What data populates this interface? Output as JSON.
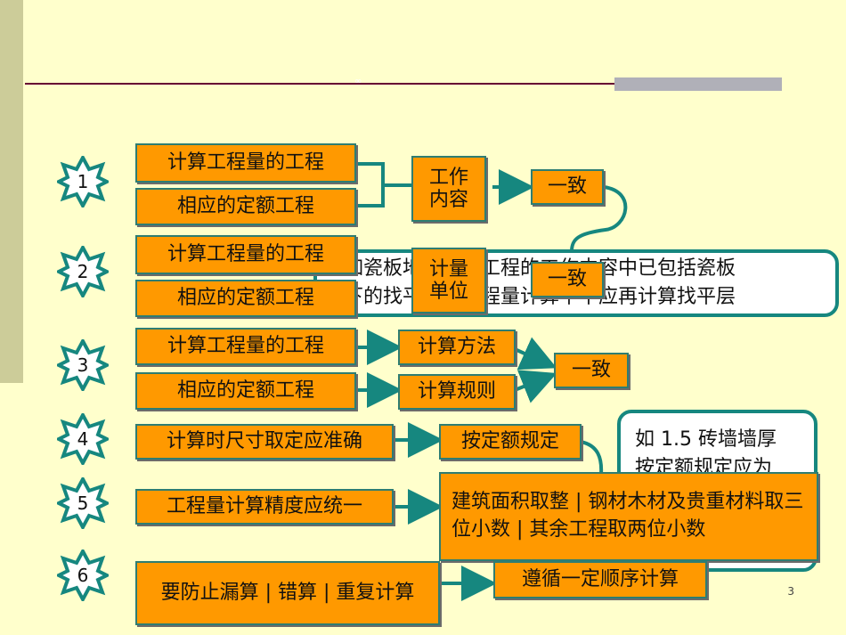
{
  "stars": [
    "1",
    "2",
    "3",
    "4",
    "5",
    "6"
  ],
  "row1": {
    "a": "计算工程量的工程",
    "b": "相应的定额工程",
    "mid": "工作内容",
    "res": "一致"
  },
  "row2": {
    "a": "计算工程量的工程",
    "b": "相应的定额工程",
    "mid": "计量单位",
    "res": "一致",
    "callout1": "如瓷板地面定额工程的工作内容中已包括瓷板",
    "callout2": "下的找平层，工程量计算中不应再计算找平层"
  },
  "row3": {
    "a": "计算工程量的工程",
    "b": "相应的定额工程",
    "m1": "计算方法",
    "m2": "计算规则",
    "res": "一致"
  },
  "row4": {
    "a": "计算时尺寸取定应准确",
    "b": "按定额规定",
    "callout1": "如 1.5 砖墙墙厚",
    "callout2": "按定额规定应为"
  },
  "row5": {
    "a": "工程量计算精度应统一",
    "b": "建筑面积取整 | 钢材木材及贵重材料取三位小数 | 其余工程取两位小数"
  },
  "row6": {
    "a": "要防止漏算 | 错算 | 重复计算",
    "b": "遵循一定顺序计算"
  },
  "page_number": "3",
  "colors": {
    "background": "#FFFFCC",
    "box": "#FF9900",
    "border": "#2E7D72",
    "connector": "#16877F"
  }
}
